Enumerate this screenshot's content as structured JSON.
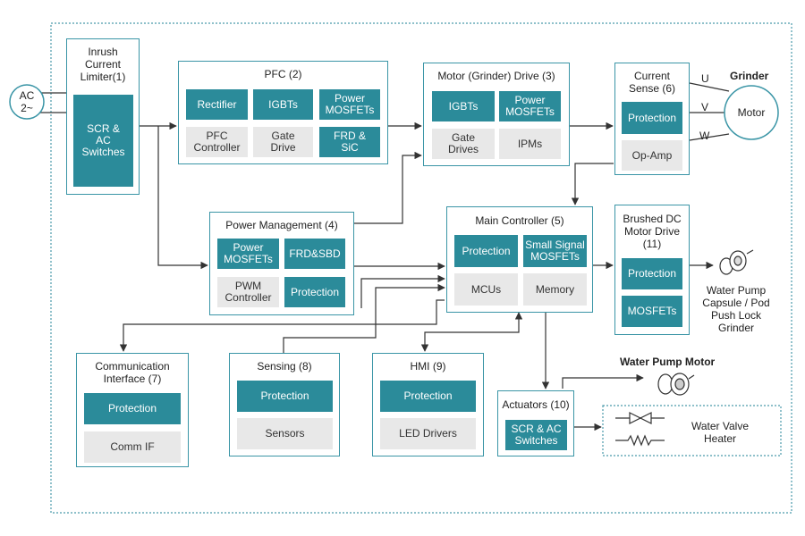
{
  "source": {
    "line1": "AC",
    "line2": "2~"
  },
  "blocks": {
    "inrush": {
      "title": [
        "Inrush",
        "Current",
        "Limiter(1)"
      ],
      "cell": [
        "SCR &",
        "AC",
        "Switches"
      ]
    },
    "pfc": {
      "title": "PFC (2)",
      "cells": [
        [
          "Rectifier"
        ],
        [
          "IGBTs"
        ],
        [
          "Power",
          "MOSFETs"
        ],
        [
          "PFC",
          "Controller"
        ],
        [
          "Gate",
          "Drive"
        ],
        [
          "FRD &",
          "SiC"
        ]
      ]
    },
    "motor_drive": {
      "title": "Motor (Grinder) Drive (3)",
      "cells": [
        [
          "IGBTs"
        ],
        [
          "Power",
          "MOSFETs"
        ],
        [
          "Gate",
          "Drives"
        ],
        [
          "IPMs"
        ]
      ]
    },
    "power_mgmt": {
      "title": "Power Management (4)",
      "cells": [
        [
          "Power",
          "MOSFETs"
        ],
        [
          "FRD&SBD"
        ],
        [
          "PWM",
          "Controller"
        ],
        [
          "Protection"
        ]
      ]
    },
    "main_ctrl": {
      "title": "Main Controller (5)",
      "cells": [
        [
          "Protection"
        ],
        [
          "Small Signal",
          "MOSFETs"
        ],
        [
          "MCUs"
        ],
        [
          "Memory"
        ]
      ]
    },
    "current_sense": {
      "title": [
        "Current",
        "Sense (6)"
      ],
      "cells": [
        [
          "Protection"
        ],
        [
          "Op-Amp"
        ]
      ]
    },
    "comm": {
      "title": [
        "Communication",
        "Interface (7)"
      ],
      "cells": [
        [
          "Protection"
        ],
        [
          "Comm IF"
        ]
      ]
    },
    "sensing": {
      "title": "Sensing (8)",
      "cells": [
        [
          "Protection"
        ],
        [
          "Sensors"
        ]
      ]
    },
    "hmi": {
      "title": "HMI (9)",
      "cells": [
        [
          "Protection"
        ],
        [
          "LED Drivers"
        ]
      ]
    },
    "actuators": {
      "title": "Actuators (10)",
      "cell": [
        "SCR & AC",
        "Switches"
      ]
    },
    "brushed_dc": {
      "title": [
        "Brushed DC",
        "Motor Drive",
        "(11)"
      ],
      "cells": [
        [
          "Protection"
        ],
        [
          "MOSFETs"
        ]
      ]
    }
  },
  "motor": {
    "label": "Motor",
    "heading": "Grinder",
    "phases": [
      "U",
      "V",
      "W"
    ]
  },
  "water_pump_loads": [
    "Water Pump",
    "Capsule / Pod",
    "Push Lock",
    "Grinder"
  ],
  "water_pump_motor": "Water Pump Motor",
  "valve_heater": [
    "Water Valve",
    "Heater"
  ],
  "colors": {
    "teal": "#2b8b9a",
    "gray": "#e8e8e8",
    "border": "#3a95a6",
    "line": "#333333",
    "dotted": "#4a9aaa"
  }
}
